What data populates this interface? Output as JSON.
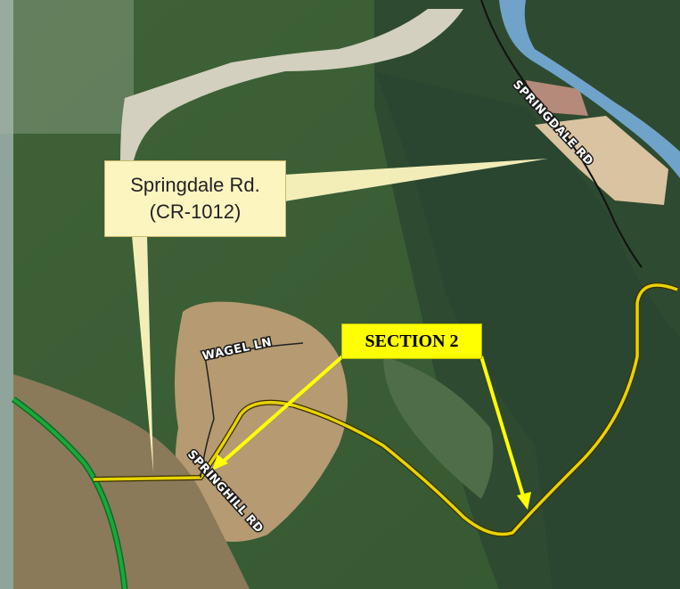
{
  "callout": {
    "line1": "Springdale Rd.",
    "line2": "(CR-1012)"
  },
  "section_label": "SECTION 2",
  "road_labels": {
    "springdale": "SPRINGDALE RD",
    "wagel": "WAGEL LN",
    "springhill": "SPRINGHILL RD"
  },
  "colors": {
    "highlight_route": "#e8d400",
    "green_route": "#1aa83a",
    "arrow": "#ffff00",
    "callout_fill": "#fdf5c0",
    "river": "#6fa3c9"
  }
}
